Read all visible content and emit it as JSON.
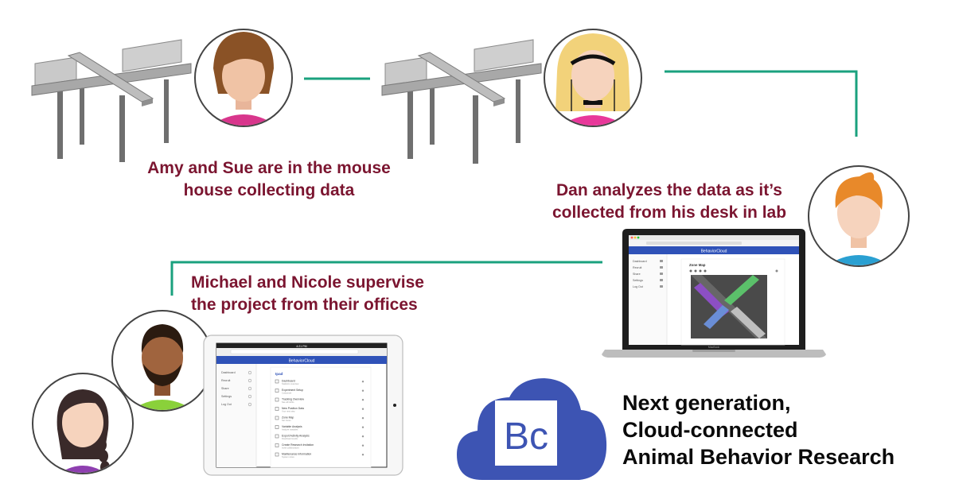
{
  "captions": {
    "amy_sue": {
      "line1": "Amy and Sue are in the mouse",
      "line2": "house collecting data"
    },
    "dan": {
      "line1": "Dan analyzes the data as it’s",
      "line2": "collected from his desk in lab"
    },
    "michael_nicole": {
      "line1": "Michael and Nicole supervise",
      "line2": "the project from their offices"
    }
  },
  "tagline": {
    "line1": "Next generation,",
    "line2": "Cloud-connected",
    "line3": "Animal Behavior Research"
  },
  "logo": {
    "text": "Bc"
  },
  "laptop": {
    "brand": "MacBook",
    "app_title": "BehaviorCloud",
    "panel_title": "Zone Map",
    "sidebar": [
      "Dashboard",
      "Recruit",
      "Share",
      "Settings",
      "Log Out"
    ]
  },
  "tablet": {
    "app_title": "BehaviorCloud",
    "status_time": "4:21 PM",
    "sidebar": [
      "Dashboard",
      "Recruit",
      "Share",
      "Settings",
      "Log Out"
    ],
    "list_header": "Ipad",
    "list_items": [
      {
        "title": "Dashboard",
        "sub": "Statistics overview"
      },
      {
        "title": "Experiment Setup",
        "sub": "Customize"
      },
      {
        "title": "Tracking Overview",
        "sub": "See all tracks"
      },
      {
        "title": "New Position Data",
        "sub": "Your next step"
      },
      {
        "title": "Zone Map",
        "sub": "Set zones"
      },
      {
        "title": "Variable Analysis",
        "sub": "Analyze variables"
      },
      {
        "title": "Export Activity Analysis",
        "sub": "Download results"
      },
      {
        "title": "Create Research Invitation",
        "sub": "Invite collaborators"
      },
      {
        "title": "Maintenance Information",
        "sub": "System notes"
      }
    ]
  },
  "colors": {
    "connector": "#1aa17e",
    "caption": "#7b1530",
    "cloud": "#3d54b3",
    "app_bar": "#2f52b8",
    "zone_purple": "#8c4fc4",
    "zone_green": "#5bc06a",
    "zone_blue": "#6a8ed6"
  }
}
